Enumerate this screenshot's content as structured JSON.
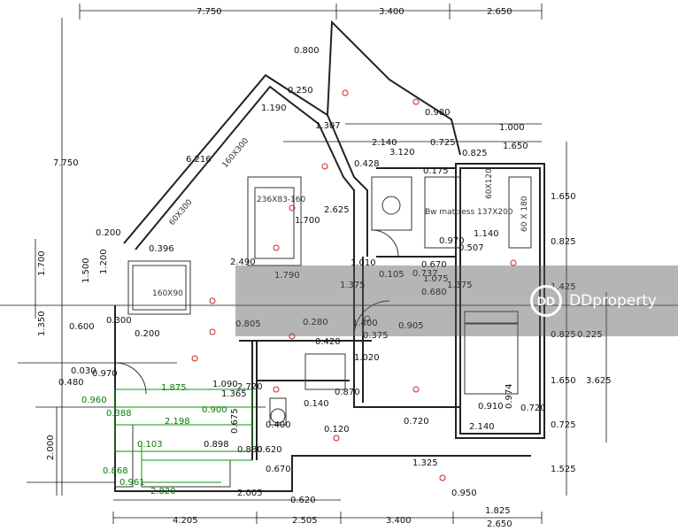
{
  "dimensions": {
    "top": [
      "7.750",
      "3.400",
      "2.650"
    ],
    "bottom": [
      "4.205",
      "2.505",
      "3.400",
      "1.825",
      "2.650"
    ],
    "left": [
      "7.750",
      "1.700",
      "1.500",
      "1.200",
      "1.350",
      "0.600",
      "0.030",
      "0.480",
      "2.000"
    ],
    "right": [
      "1.650",
      "0.825",
      "1.425",
      "0.825",
      "0.225",
      "1.650",
      "3.625",
      "0.725",
      "1.525"
    ],
    "interior": [
      "0.800",
      "0.250",
      "1.190",
      "6.216",
      "0.200",
      "0.396",
      "0.300",
      "0.200",
      "0.970",
      "2.490",
      "1.307",
      "0.980",
      "1.000",
      "2.140",
      "0.725",
      "1.650",
      "3.120",
      "0.825",
      "0.428",
      "0.175",
      "2.625",
      "1.700",
      "1.790",
      "1.375",
      "0.105",
      "0.737",
      "1.075",
      "1.375",
      "0.680",
      "1.010",
      "0.670",
      "0.805",
      "0.280",
      "1.400",
      "0.375",
      "0.905",
      "0.420",
      "1.020",
      "1.090",
      "1.365",
      "2.720",
      "0.870",
      "0.140",
      "0.120",
      "0.400",
      "0.675",
      "0.898",
      "0.880",
      "0.620",
      "0.670",
      "0.620",
      "2.005",
      "1.325",
      "0.950",
      "0.720",
      "2.140",
      "0.720",
      "0.974",
      "1.140",
      "0.970",
      "0.507",
      "0.910"
    ],
    "kitchen_green": [
      "0.960",
      "1.875",
      "0.388",
      "2.198",
      "0.900",
      "0.103",
      "0.868",
      "2.820",
      "0.961"
    ]
  },
  "labels": {
    "sofa": "236X83-160",
    "bed_strip": "160X300",
    "bed_strip2": "60X300",
    "table": "160X90",
    "mattress": "Bw mattress 137X200",
    "cabinet": "60 X 180",
    "closet": "60X120"
  },
  "watermark": {
    "logo": "DD",
    "text": "DDproperty"
  }
}
